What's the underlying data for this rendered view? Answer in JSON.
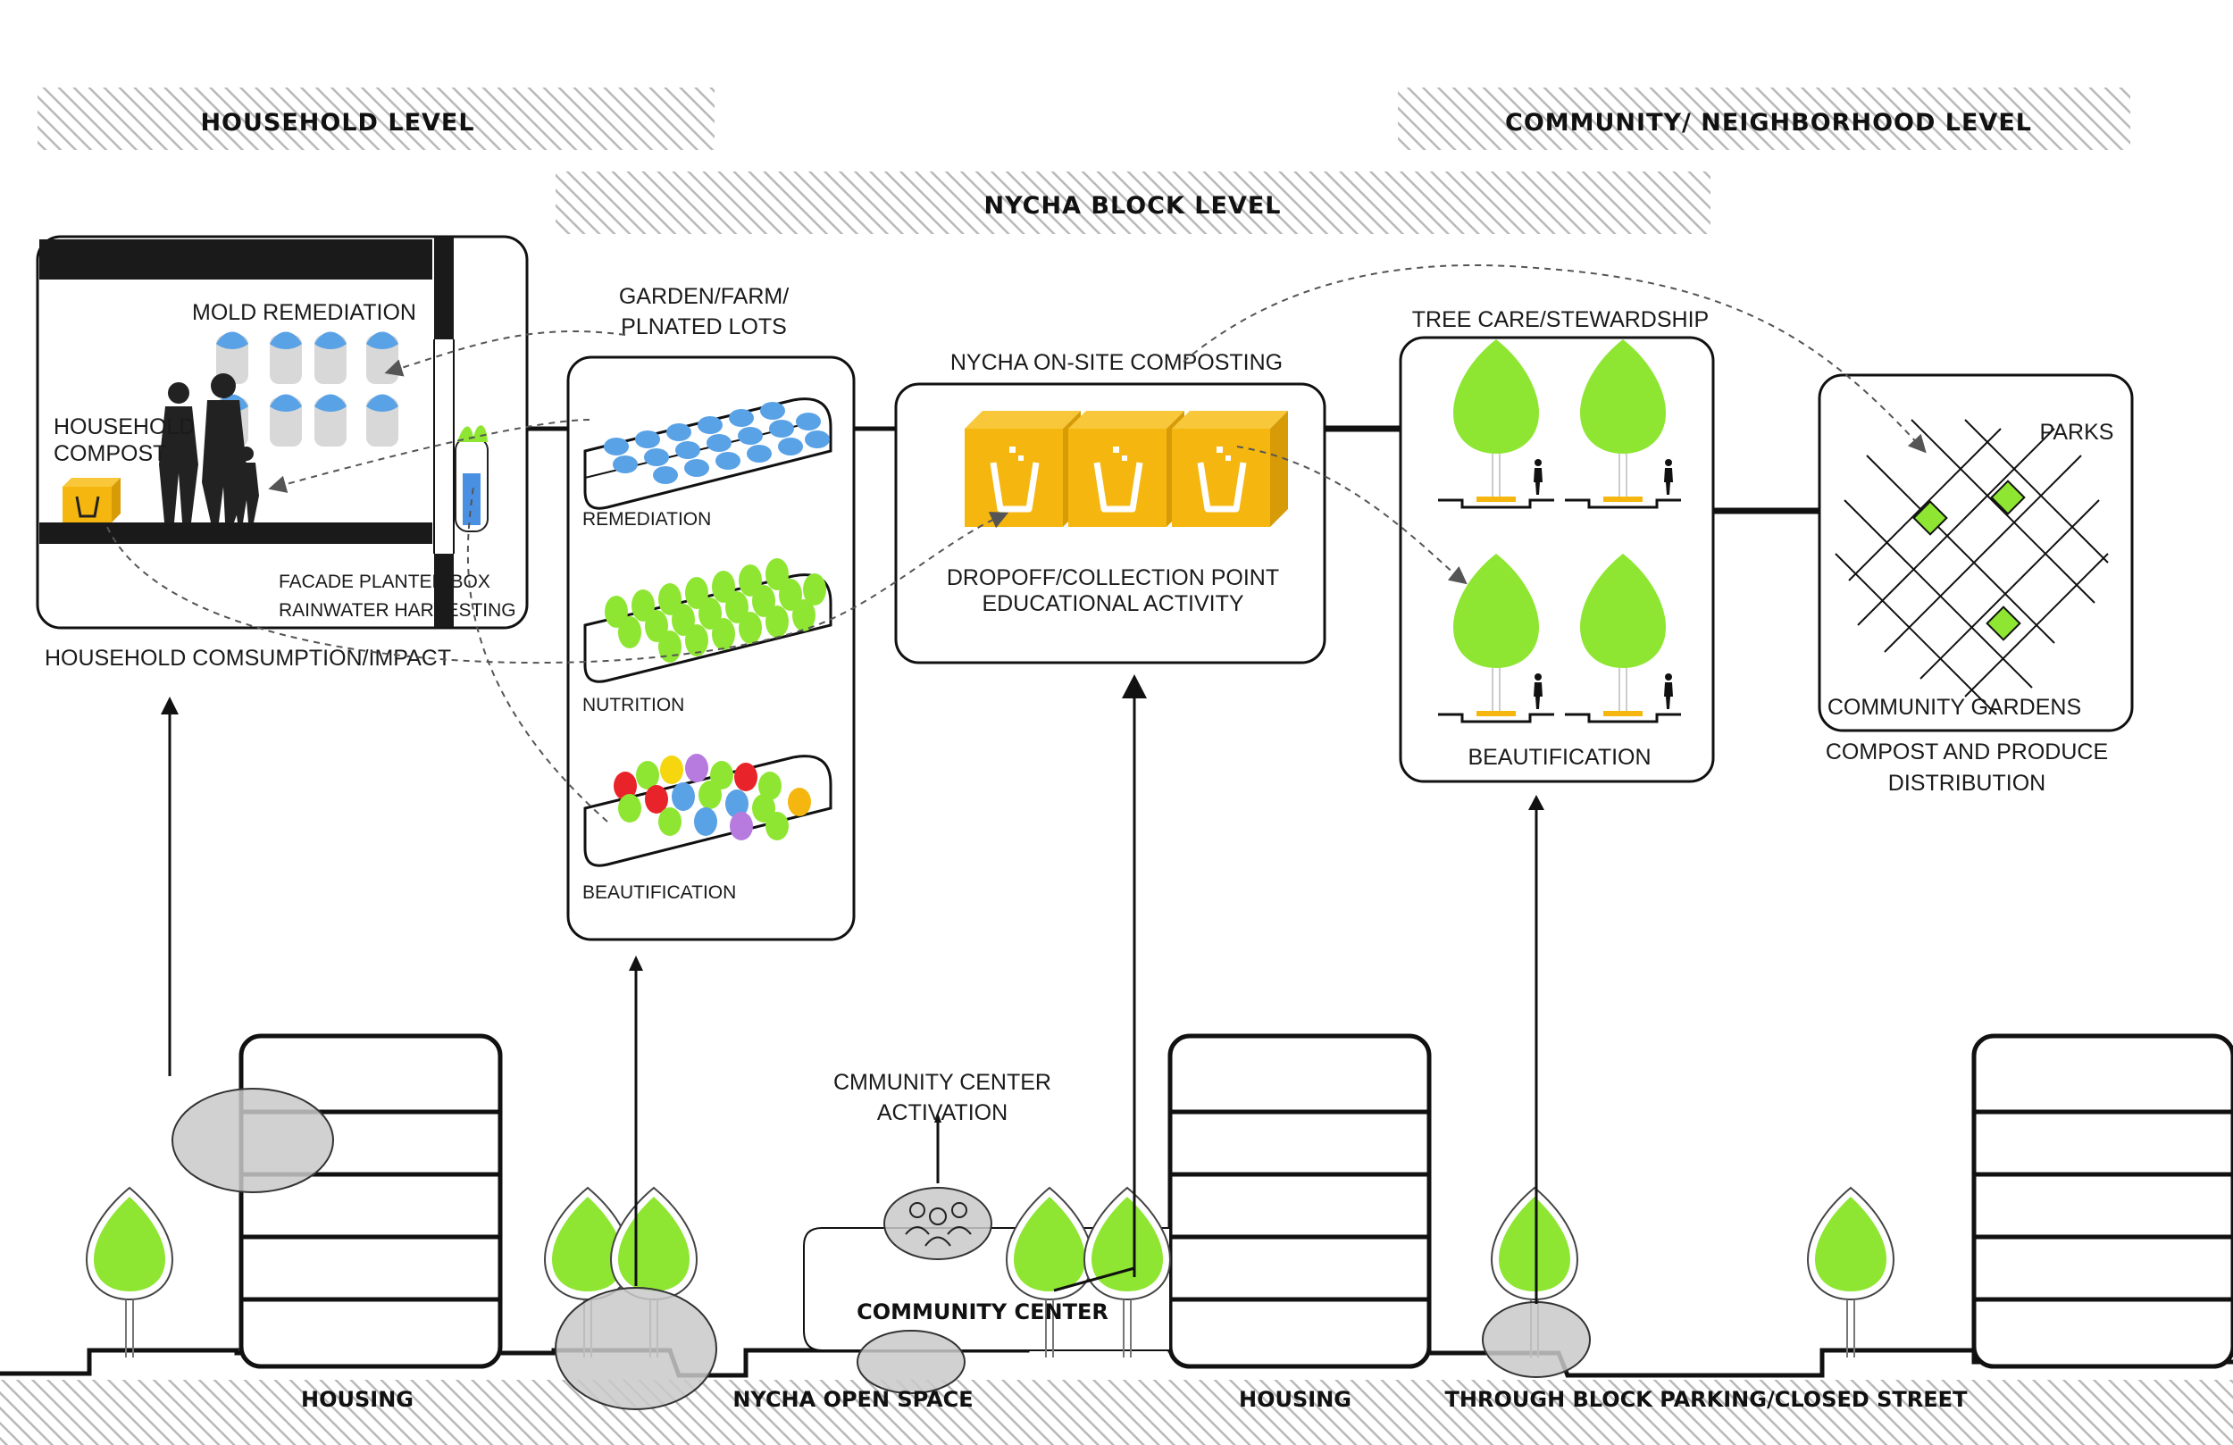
{
  "bands": {
    "household": "HOUSEHOLD LEVEL",
    "community": "COMMUNITY/ NEIGHBORHOOD LEVEL",
    "nycha": "NYCHA BLOCK LEVEL"
  },
  "household_panel": {
    "mold": "MOLD REMEDIATION",
    "compost_line1": "HOUSEHOLD",
    "compost_line2": "COMPOST",
    "planter": "FACADE PLANTER BOX",
    "rainwater": "RAINWATER HARVESTING",
    "caption": "HOUSEHOLD COMSUMPTION/IMPACT"
  },
  "garden_panel": {
    "title_line1": "GARDEN/FARM/",
    "title_line2": "PLNATED LOTS",
    "remediation": "REMEDIATION",
    "nutrition": "NUTRITION",
    "beautification": "BEAUTIFICATION"
  },
  "compost_panel": {
    "title": "NYCHA ON-SITE COMPOSTING",
    "line1": "DROPOFF/COLLECTION POINT",
    "line2": "EDUCATIONAL ACTIVITY"
  },
  "tree_panel": {
    "title": "TREE CARE/STEWARDSHIP",
    "caption": "BEAUTIFICATION"
  },
  "grid_panel": {
    "parks": "PARKS",
    "gardens": "COMMUNITY GARDENS",
    "caption_line1": "COMPOST AND PRODUCE",
    "caption_line2": "DISTRIBUTION"
  },
  "section": {
    "activation_line1": "CMMUNITY CENTER",
    "activation_line2": "ACTIVATION",
    "community_center": "COMMUNITY CENTER",
    "housing_1": "HOUSING",
    "open_space": "NYCHA OPEN SPACE",
    "housing_2": "HOUSING",
    "parking": "THROUGH BLOCK PARKING/CLOSED STREET"
  },
  "colors": {
    "leaf_green": "#8ee632",
    "compost_yellow": "#f5b70f",
    "mold_blue": "#5aa2e6",
    "bubble_grey": "#c9c9c9"
  }
}
